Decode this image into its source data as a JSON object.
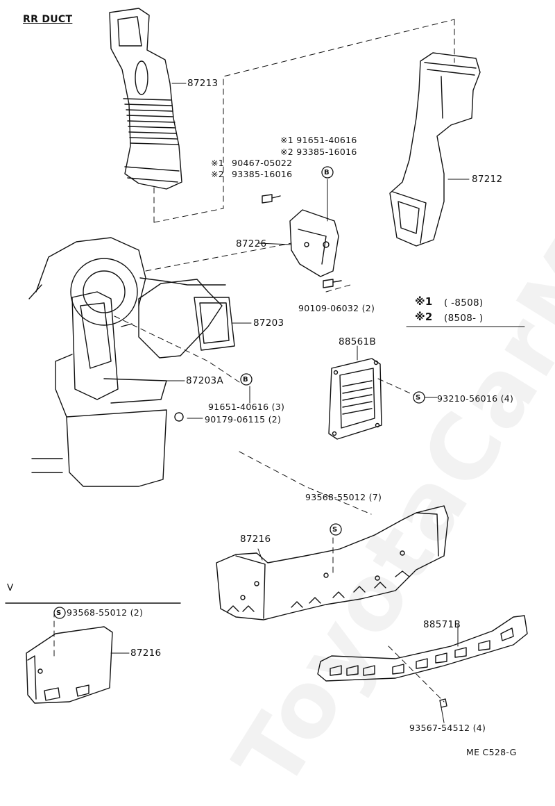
{
  "title": "RR DUCT",
  "watermark": "ToyotaCarMint.ru",
  "drawing_code": "ME C528-G",
  "section_v": "V",
  "marks": {
    "s": "S",
    "b": "B"
  },
  "legend": {
    "line1_mark": "※1",
    "line1_text": "(      -8508)",
    "line2_mark": "※2",
    "line2_text": "(8508-      )"
  },
  "parts": {
    "p87213": "87213",
    "p87212": "87212",
    "p87226": "87226",
    "p87203": "87203",
    "p87203A": "87203A",
    "p88561B": "88561B",
    "p87216_main": "87216",
    "p87216_v": "87216",
    "p88571B": "88571B",
    "s1_91651": "※1 91651-40616",
    "s2_93385_top": "※2 93385-16016",
    "s1_90467": "※1",
    "s1_90467_num": "90467-05022",
    "s2_93385_left": "※2",
    "s2_93385_left_num": "93385-16016",
    "p90109": "90109-06032 (2)",
    "p91651_3": "91651-40616 (3)",
    "p90179": "90179-06115 (2)",
    "p93210": "93210-56016 (4)",
    "p93568_7": "93568-55012 (7)",
    "p93568_2": "93568-55012 (2)",
    "p93567": "93567-54512 (4)"
  }
}
